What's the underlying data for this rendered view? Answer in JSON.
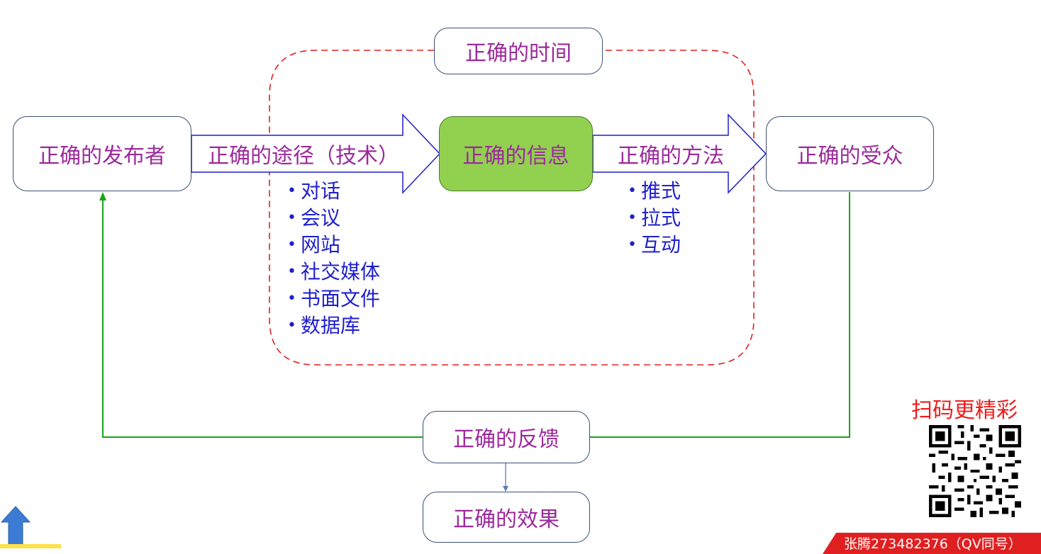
{
  "nodes": {
    "publisher": "正确的发布者",
    "info": "正确的信息",
    "audience": "正确的受众",
    "time": "正确的时间",
    "feedback": "正确的反馈",
    "effect": "正确的效果"
  },
  "arrows": {
    "channel": "正确的途径（技术）",
    "method": "正确的方法"
  },
  "channel_items": [
    "对话",
    "会议",
    "网站",
    "社交媒体",
    "书面文件",
    "数据库"
  ],
  "method_items": [
    "推式",
    "拉式",
    "互动"
  ],
  "promo": {
    "title": "扫码更精彩",
    "tag": "张腾273482376（QV同号）"
  },
  "colors": {
    "node_text": "#9c2a9c",
    "info_fill": "#92d050",
    "list_text": "#1f1fcc",
    "dashed_frame": "#e02020",
    "feedback_line": "#1aa51a",
    "arrow_outline": "#1f1fcc"
  }
}
